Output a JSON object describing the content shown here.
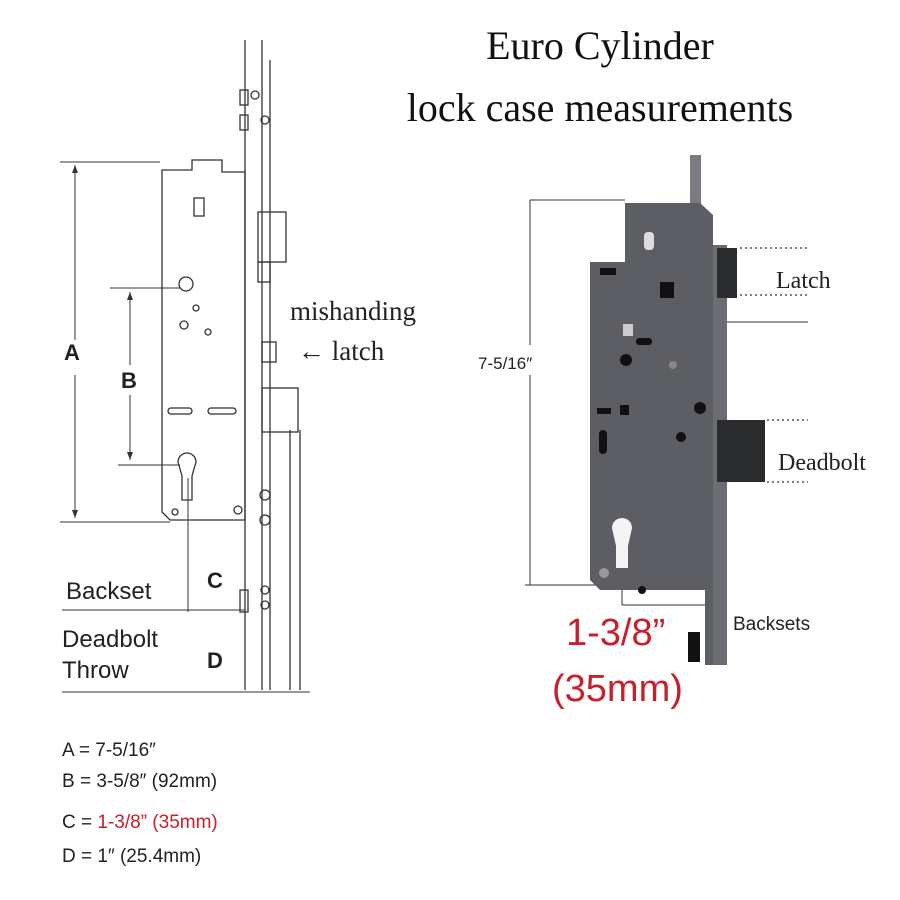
{
  "title": {
    "line1": "Euro Cylinder",
    "line2": "lock case measurements"
  },
  "left_diagram": {
    "dim_a": "A",
    "dim_b": "B",
    "dim_c": "C",
    "dim_d": "D",
    "mishanding": "mishanding",
    "latch": "← latch",
    "backset": "Backset",
    "deadbolt_throw_1": "Deadbolt",
    "deadbolt_throw_2": "Throw"
  },
  "legend": [
    {
      "key": "A =",
      "value": "7-5/16″",
      "color": "#222222"
    },
    {
      "key": "B =",
      "value": "3-5/8″ (92mm)",
      "color": "#222222"
    },
    {
      "key": "C =",
      "value": "1-3/8” (35mm)",
      "color": "#c8202a"
    },
    {
      "key": "D =",
      "value": "1″ (25.4mm)",
      "color": "#222222"
    }
  ],
  "right_diagram": {
    "height_label": "7-5/16″",
    "latch": "Latch",
    "deadbolt": "Deadbolt",
    "backsets": "Backsets",
    "backset_in": "1-3/8”",
    "backset_mm": "(35mm)"
  },
  "colors": {
    "accent_red": "#c8202a",
    "case_gray": "#5c5e63"
  }
}
